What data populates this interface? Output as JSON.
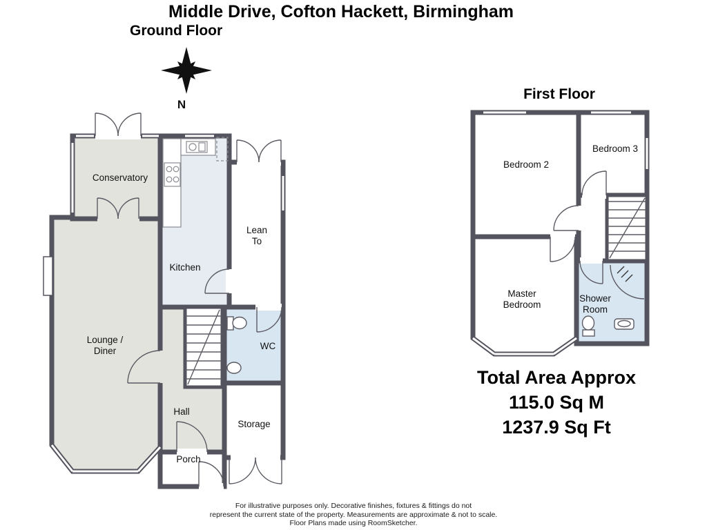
{
  "page": {
    "title": "Middle Drive, Cofton Hackett, Birmingham"
  },
  "ground_floor": {
    "label": "Ground Floor",
    "compass_north": "N",
    "rooms": {
      "conservatory": "Conservatory",
      "kitchen": "Kitchen",
      "lean_to_1": "Lean",
      "lean_to_2": "To",
      "lounge_1": "Lounge /",
      "lounge_2": "Diner",
      "wc": "WC",
      "hall": "Hall",
      "storage": "Storage",
      "porch": "Porch"
    }
  },
  "first_floor": {
    "label": "First Floor",
    "rooms": {
      "bedroom2": "Bedroom 2",
      "bedroom3": "Bedroom 3",
      "master_1": "Master",
      "master_2": "Bedroom",
      "shower_1": "Shower",
      "shower_2": "Room"
    }
  },
  "summary": {
    "line1": "Total Area Approx",
    "line2": "115.0 Sq M",
    "line3": "1237.9 Sq Ft"
  },
  "disclaimer": {
    "line1": "For illustrative purposes only. Decorative finishes, fixtures & fittings do not",
    "line2": "represent the current state of the property. Measurements are approximate & not to scale.",
    "line3": "Floor Plans made using RoomSketcher."
  },
  "colors": {
    "wall": "#54545e",
    "room_gray": "#e3e3dd",
    "room_blue": "#d8e6f2",
    "room_kitchen": "#e6ecf1",
    "room_white": "#ffffff"
  }
}
